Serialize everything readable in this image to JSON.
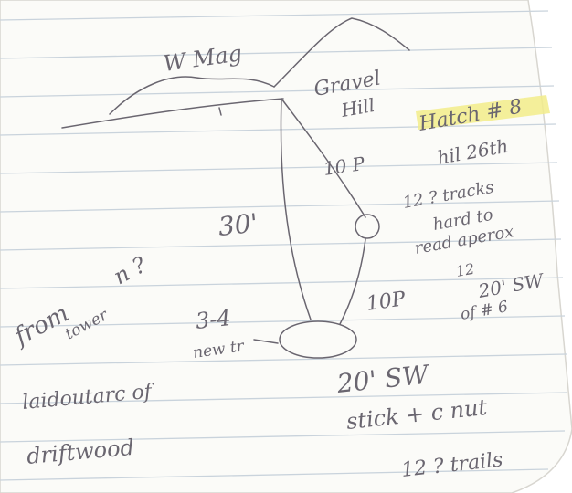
{
  "paper": {
    "color": "#fbfbf8",
    "rule_color": "#c9d3dc",
    "ink_color": "#6a6670",
    "highlight_color": "#f2ec8a"
  },
  "notes": {
    "w_mag": "W Mag",
    "gravel": "Gravel",
    "hill": "Hill",
    "hatch": "Hatch # 8",
    "hil": "hil 26th",
    "ten_p_upper": "10 P",
    "thirty_ft": "30'",
    "tracks": "12 ? tracks",
    "hard_to": "hard to",
    "read_approx": "read aperox",
    "twelve_small": "12",
    "twenty_sw_small": "20' SW",
    "of_6": "of # 6",
    "from": "from",
    "n_q": "n ?",
    "tower": "tower",
    "ten_p_lower": "10P",
    "three_four": "3-4",
    "new_tr": "new tr",
    "twenty_sw": "20' SW",
    "laid_out": "laidoutarc of",
    "driftwood": "driftwood",
    "stick": "stick + c nut",
    "trails": "12 ? trails"
  }
}
